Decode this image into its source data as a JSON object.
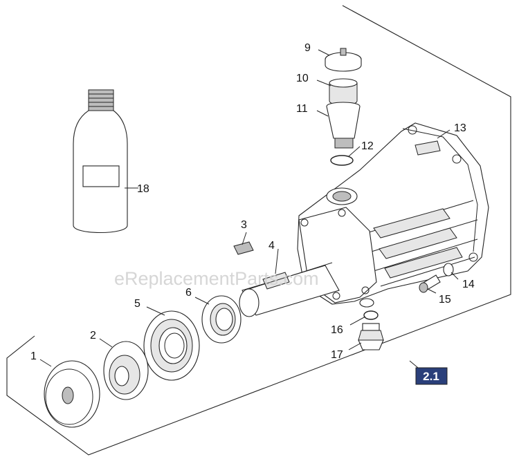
{
  "watermark": "eReplacementParts.com",
  "group_label": "2.1",
  "part_labels": {
    "p1": "1",
    "p2": "2",
    "p3": "3",
    "p4": "4",
    "p5": "5",
    "p6": "6",
    "p9": "9",
    "p10": "10",
    "p11": "11",
    "p12": "12",
    "p13": "13",
    "p14": "14",
    "p15": "15",
    "p16": "16",
    "p17": "17",
    "p18": "18"
  },
  "colors": {
    "badge": "#2a3f7a",
    "line": "#222222"
  }
}
